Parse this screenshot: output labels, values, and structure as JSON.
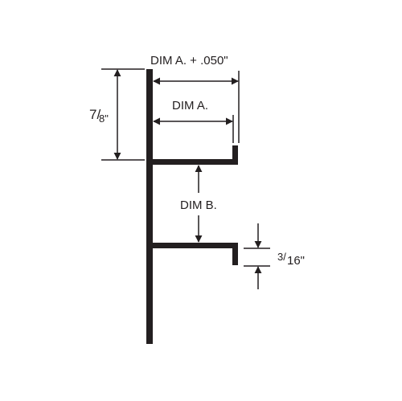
{
  "labels": {
    "dim_a_plus": "DIM A. + .050\"",
    "dim_a": "DIM A.",
    "dim_b": "DIM B.",
    "height_whole": "7/",
    "height_denominator": "8\"",
    "gap_numerator": "3/",
    "gap_denominator": "16\""
  },
  "colors": {
    "profile": "#231f20",
    "background": "#ffffff"
  }
}
